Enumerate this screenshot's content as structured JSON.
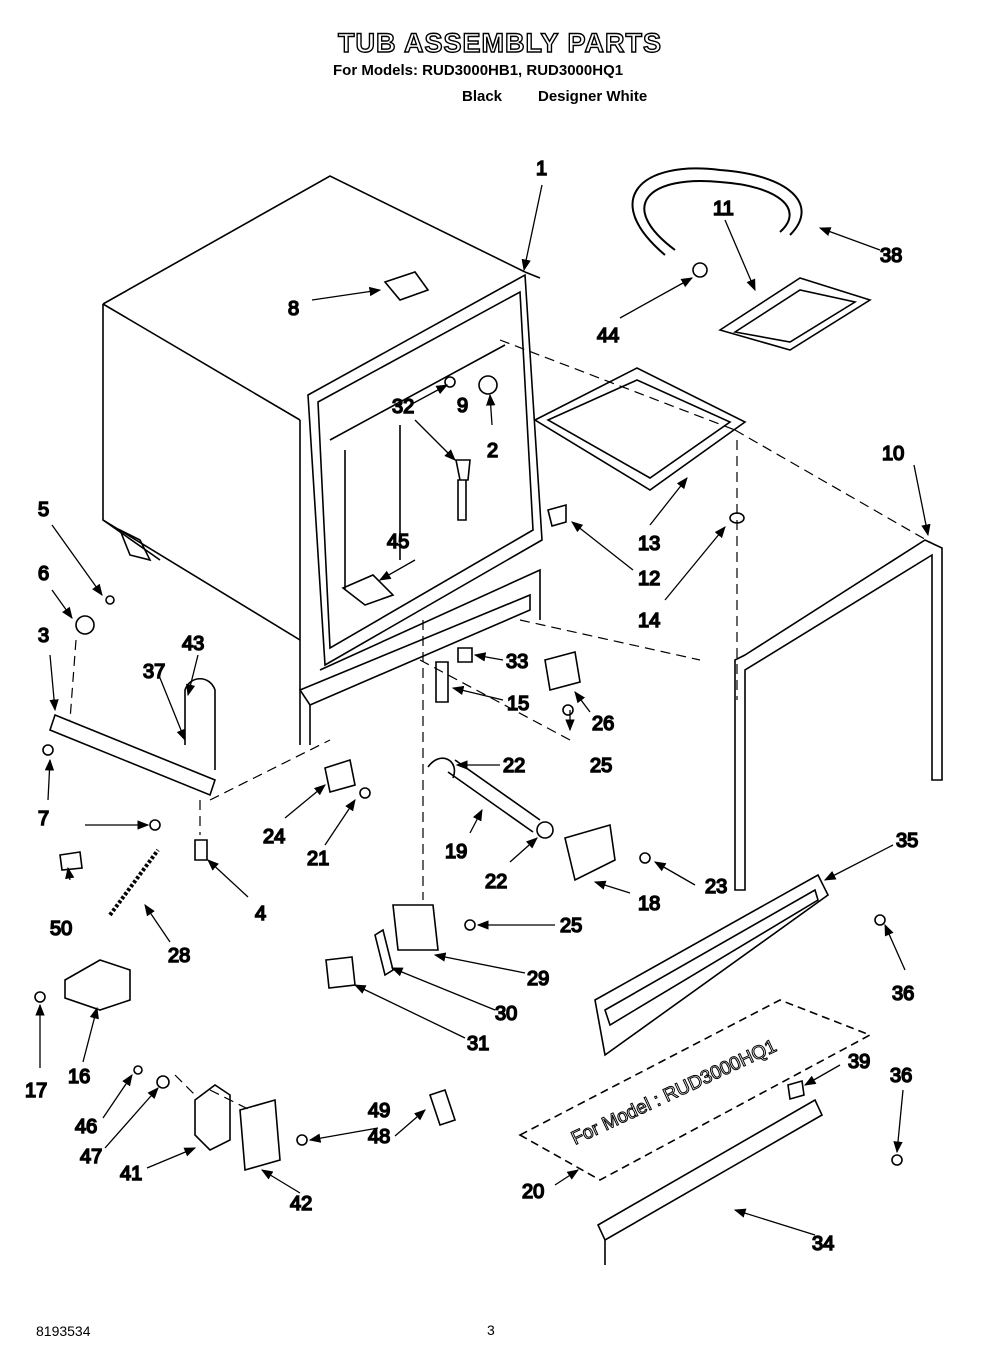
{
  "title": "TUB ASSEMBLY PARTS",
  "models_line": "For Models: RUD3000HB1, RUD3000HQ1",
  "variants": [
    "Black",
    "Designer White"
  ],
  "doc_number": "8193534",
  "page_number": "3",
  "panel_stamp": "For Model : RUD3000HQ1",
  "parts": [
    "1",
    "2",
    "3",
    "4",
    "5",
    "6",
    "7",
    "8",
    "9",
    "10",
    "11",
    "12",
    "13",
    "14",
    "15",
    "16",
    "17",
    "18",
    "19",
    "20",
    "21",
    "22",
    "22",
    "23",
    "24",
    "25",
    "25",
    "26",
    "28",
    "29",
    "30",
    "31",
    "32",
    "33",
    "34",
    "35",
    "36",
    "36",
    "37",
    "38",
    "39",
    "41",
    "42",
    "43",
    "44",
    "45",
    "46",
    "47",
    "48",
    "49",
    "50"
  ]
}
